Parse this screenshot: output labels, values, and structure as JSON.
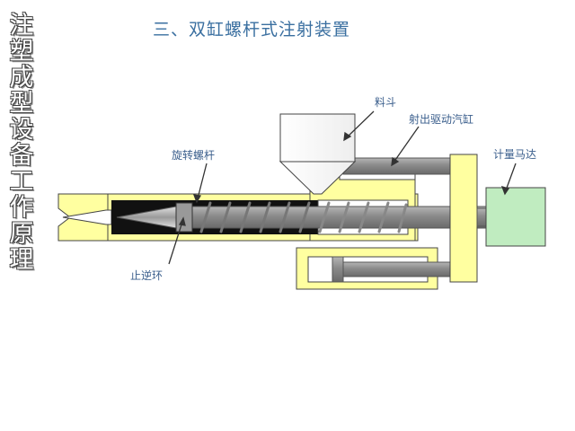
{
  "side_title": "注塑成型设备工作原理",
  "slide_title": "三、双缸螺杆式注射装置",
  "labels": {
    "hopper": "料斗",
    "injection_cylinder": "射出驱动汽缸",
    "metering_motor": "计量马达",
    "rotating_screw": "旋转螺杆",
    "check_ring": "止逆环"
  },
  "colors": {
    "yellow_body": "#ffffa0",
    "metal": "#8e8e8e",
    "motor": "#c0ecc0",
    "label_text": "#3a5e8c",
    "title_text": "#3a6fa0"
  }
}
